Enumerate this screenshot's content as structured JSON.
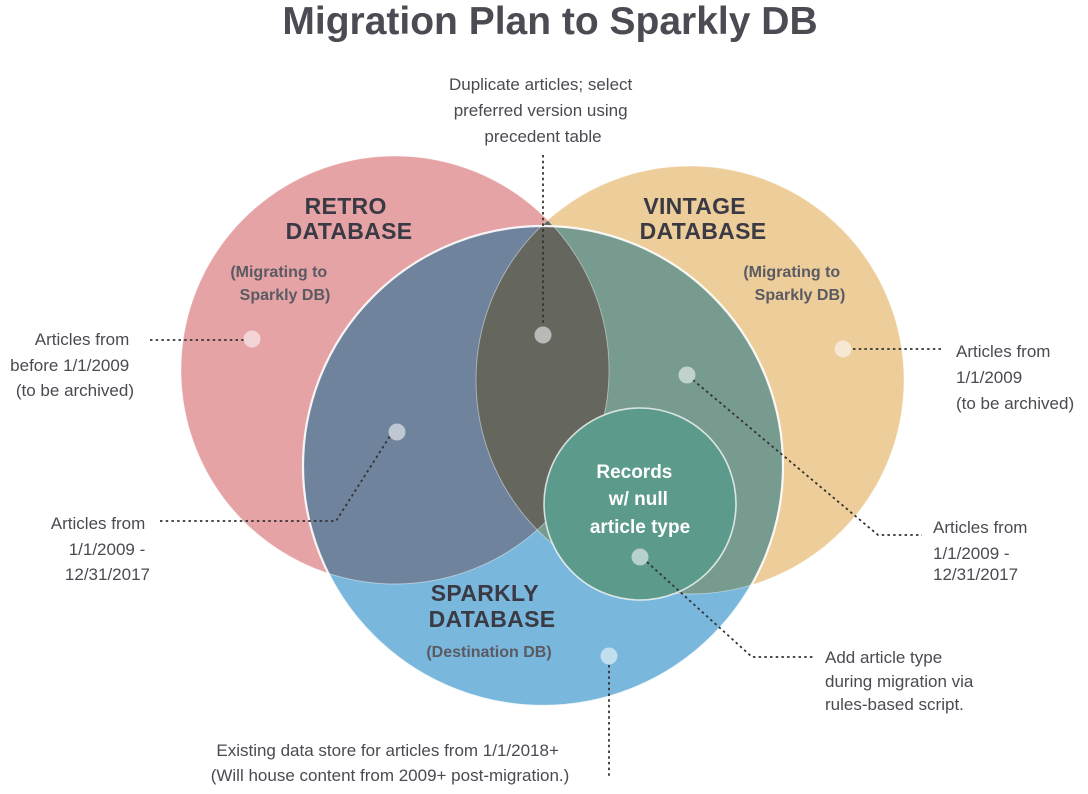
{
  "title": "Migration Plan to Sparkly DB",
  "colors": {
    "retro": "#e5a3a6",
    "vintage": "#edcd9a",
    "sparkly": "#7ab7dc",
    "retro_sparkly": "#6f849c",
    "vintage_sparkly": "#779b8e",
    "all_three": "#65665e",
    "null_type": "#5c9a8c",
    "text_dark": "#3a3a44",
    "leader": "#333333"
  },
  "sets": {
    "retro": {
      "title_lines": [
        "RETRO",
        "DATABASE"
      ],
      "subtitle_lines": [
        "(Migrating to",
        "Sparkly DB)"
      ]
    },
    "vintage": {
      "title_lines": [
        "VINTAGE",
        "DATABASE"
      ],
      "subtitle_lines": [
        "(Migrating to",
        "Sparkly DB)"
      ]
    },
    "sparkly": {
      "title_lines": [
        "SPARKLY",
        "DATABASE"
      ],
      "subtitle_lines": [
        "(Destination DB)"
      ]
    },
    "null_type": {
      "label_lines": [
        "Records",
        "w/ null",
        "article type"
      ]
    }
  },
  "annotations": {
    "duplicates": [
      "Duplicate articles; select",
      "preferred version using",
      "precedent table"
    ],
    "retro_only": [
      "Articles from",
      "before 1/1/2009",
      "(to be archived)"
    ],
    "retro_sparkly": [
      "Articles from",
      "1/1/2009 -",
      "12/31/2017"
    ],
    "vintage_only": [
      "Articles from",
      "1/1/2009",
      "(to be archived)"
    ],
    "vintage_sparkly": [
      "Articles from",
      "1/1/2009 -",
      "12/31/2017"
    ],
    "null_type": [
      "Add article type",
      "during migration via",
      "rules-based script."
    ],
    "sparkly_only": [
      "Existing data store for articles from 1/1/2018+",
      "(Will house content from 2009+ post-migration.)"
    ]
  }
}
